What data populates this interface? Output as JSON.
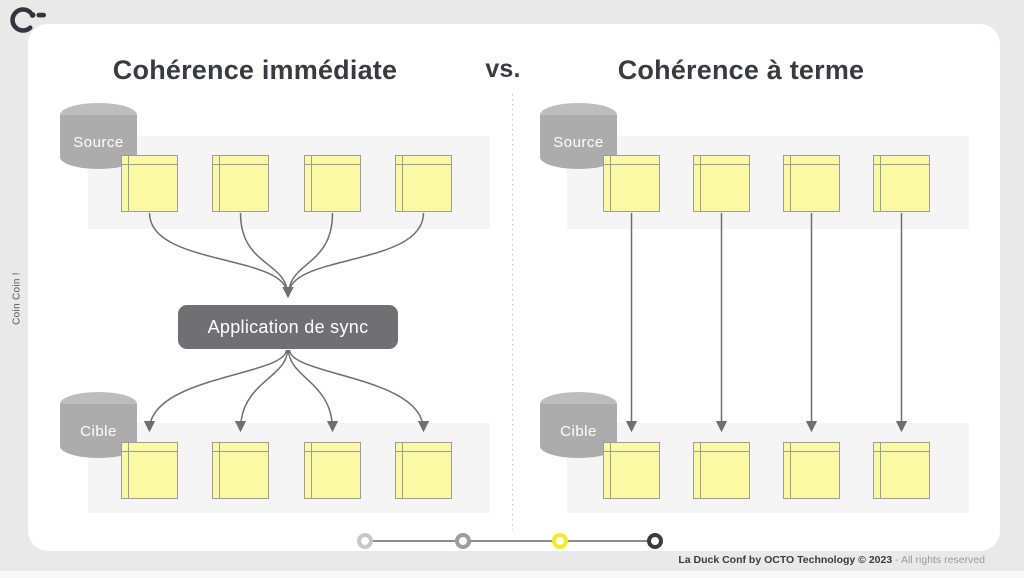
{
  "slide": {
    "title_left": "Cohérence immédiate",
    "title_vs": "vs.",
    "title_right": "Cohérence à terme",
    "side_note": "Coin Coin !"
  },
  "left_panel": {
    "source_label": "Source",
    "target_label": "Cible",
    "sync_box_label": "Application de sync",
    "documents_top_count": 4,
    "documents_bottom_count": 4
  },
  "right_panel": {
    "source_label": "Source",
    "target_label": "Cible",
    "documents_top_count": 4,
    "documents_bottom_count": 4
  },
  "progress": {
    "step_colors": [
      "#c7c7c7",
      "#9d9d9d",
      "#f6e927",
      "#3b3b3b"
    ],
    "active_index": 2
  },
  "footer": {
    "brand": "La Duck Conf by OCTO Technology  © 2023 ",
    "rights": "- All rights reserved"
  },
  "colors": {
    "background": "#e9e9e9",
    "card": "#ffffff",
    "panel_band": "#f5f5f6",
    "document_fill": "#fcf9a4",
    "document_border": "#9c9c9c",
    "cylinder": "#acacac",
    "sync_box": "#707074",
    "arrow": "#6f6f6f",
    "title": "#3a3a42",
    "accent_yellow": "#f6e927"
  }
}
